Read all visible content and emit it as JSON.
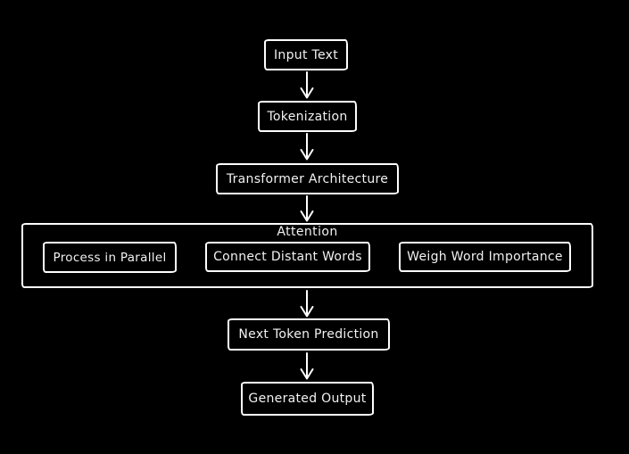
{
  "colors": {
    "background": "#000000",
    "stroke": "#ffffff",
    "text": "#f2f2f2"
  },
  "nodes": {
    "input_text": {
      "label": "Input Text"
    },
    "tokenization": {
      "label": "Tokenization"
    },
    "transformer_architecture": {
      "label": "Transformer Architecture"
    },
    "attention_group": {
      "label": "Attention"
    },
    "process_in_parallel": {
      "label": "Process in Parallel"
    },
    "connect_distant_words": {
      "label": "Connect Distant Words"
    },
    "weigh_word_importance": {
      "label": "Weigh Word Importance"
    },
    "next_token_prediction": {
      "label": "Next Token Prediction"
    },
    "generated_output": {
      "label": "Generated Output"
    }
  },
  "edges": [
    {
      "from": "input_text",
      "to": "tokenization"
    },
    {
      "from": "tokenization",
      "to": "transformer_architecture"
    },
    {
      "from": "transformer_architecture",
      "to": "attention_group"
    },
    {
      "from": "attention_group",
      "to": "next_token_prediction"
    },
    {
      "from": "next_token_prediction",
      "to": "generated_output"
    }
  ]
}
